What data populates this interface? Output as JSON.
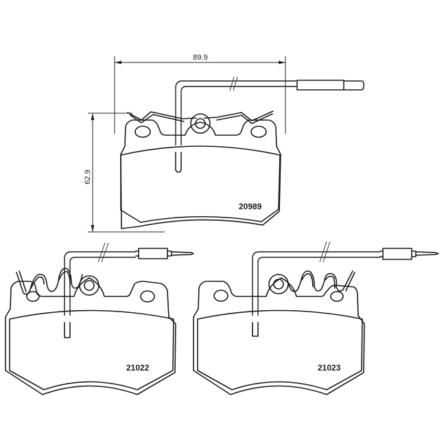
{
  "diagram": {
    "type": "brake pad set technical drawing",
    "dimensions": {
      "width": {
        "value": "89.9",
        "orientation": "horizontal"
      },
      "height": {
        "value": "62.9",
        "orientation": "vertical"
      }
    },
    "pads": [
      {
        "id": "pad-top",
        "label": "20989",
        "features": [
          "wear-sensor-wire",
          "anti-rattle-spring",
          "mounting-holes"
        ]
      },
      {
        "id": "pad-bottom-left",
        "label": "21022",
        "features": [
          "wear-sensor-wire",
          "coil-spring",
          "mounting-holes"
        ]
      },
      {
        "id": "pad-bottom-right",
        "label": "21023",
        "features": [
          "wear-sensor-wire",
          "coil-spring",
          "mounting-holes"
        ]
      }
    ],
    "colors": {
      "line": "#1a1a1a",
      "background": "#ffffff"
    }
  }
}
